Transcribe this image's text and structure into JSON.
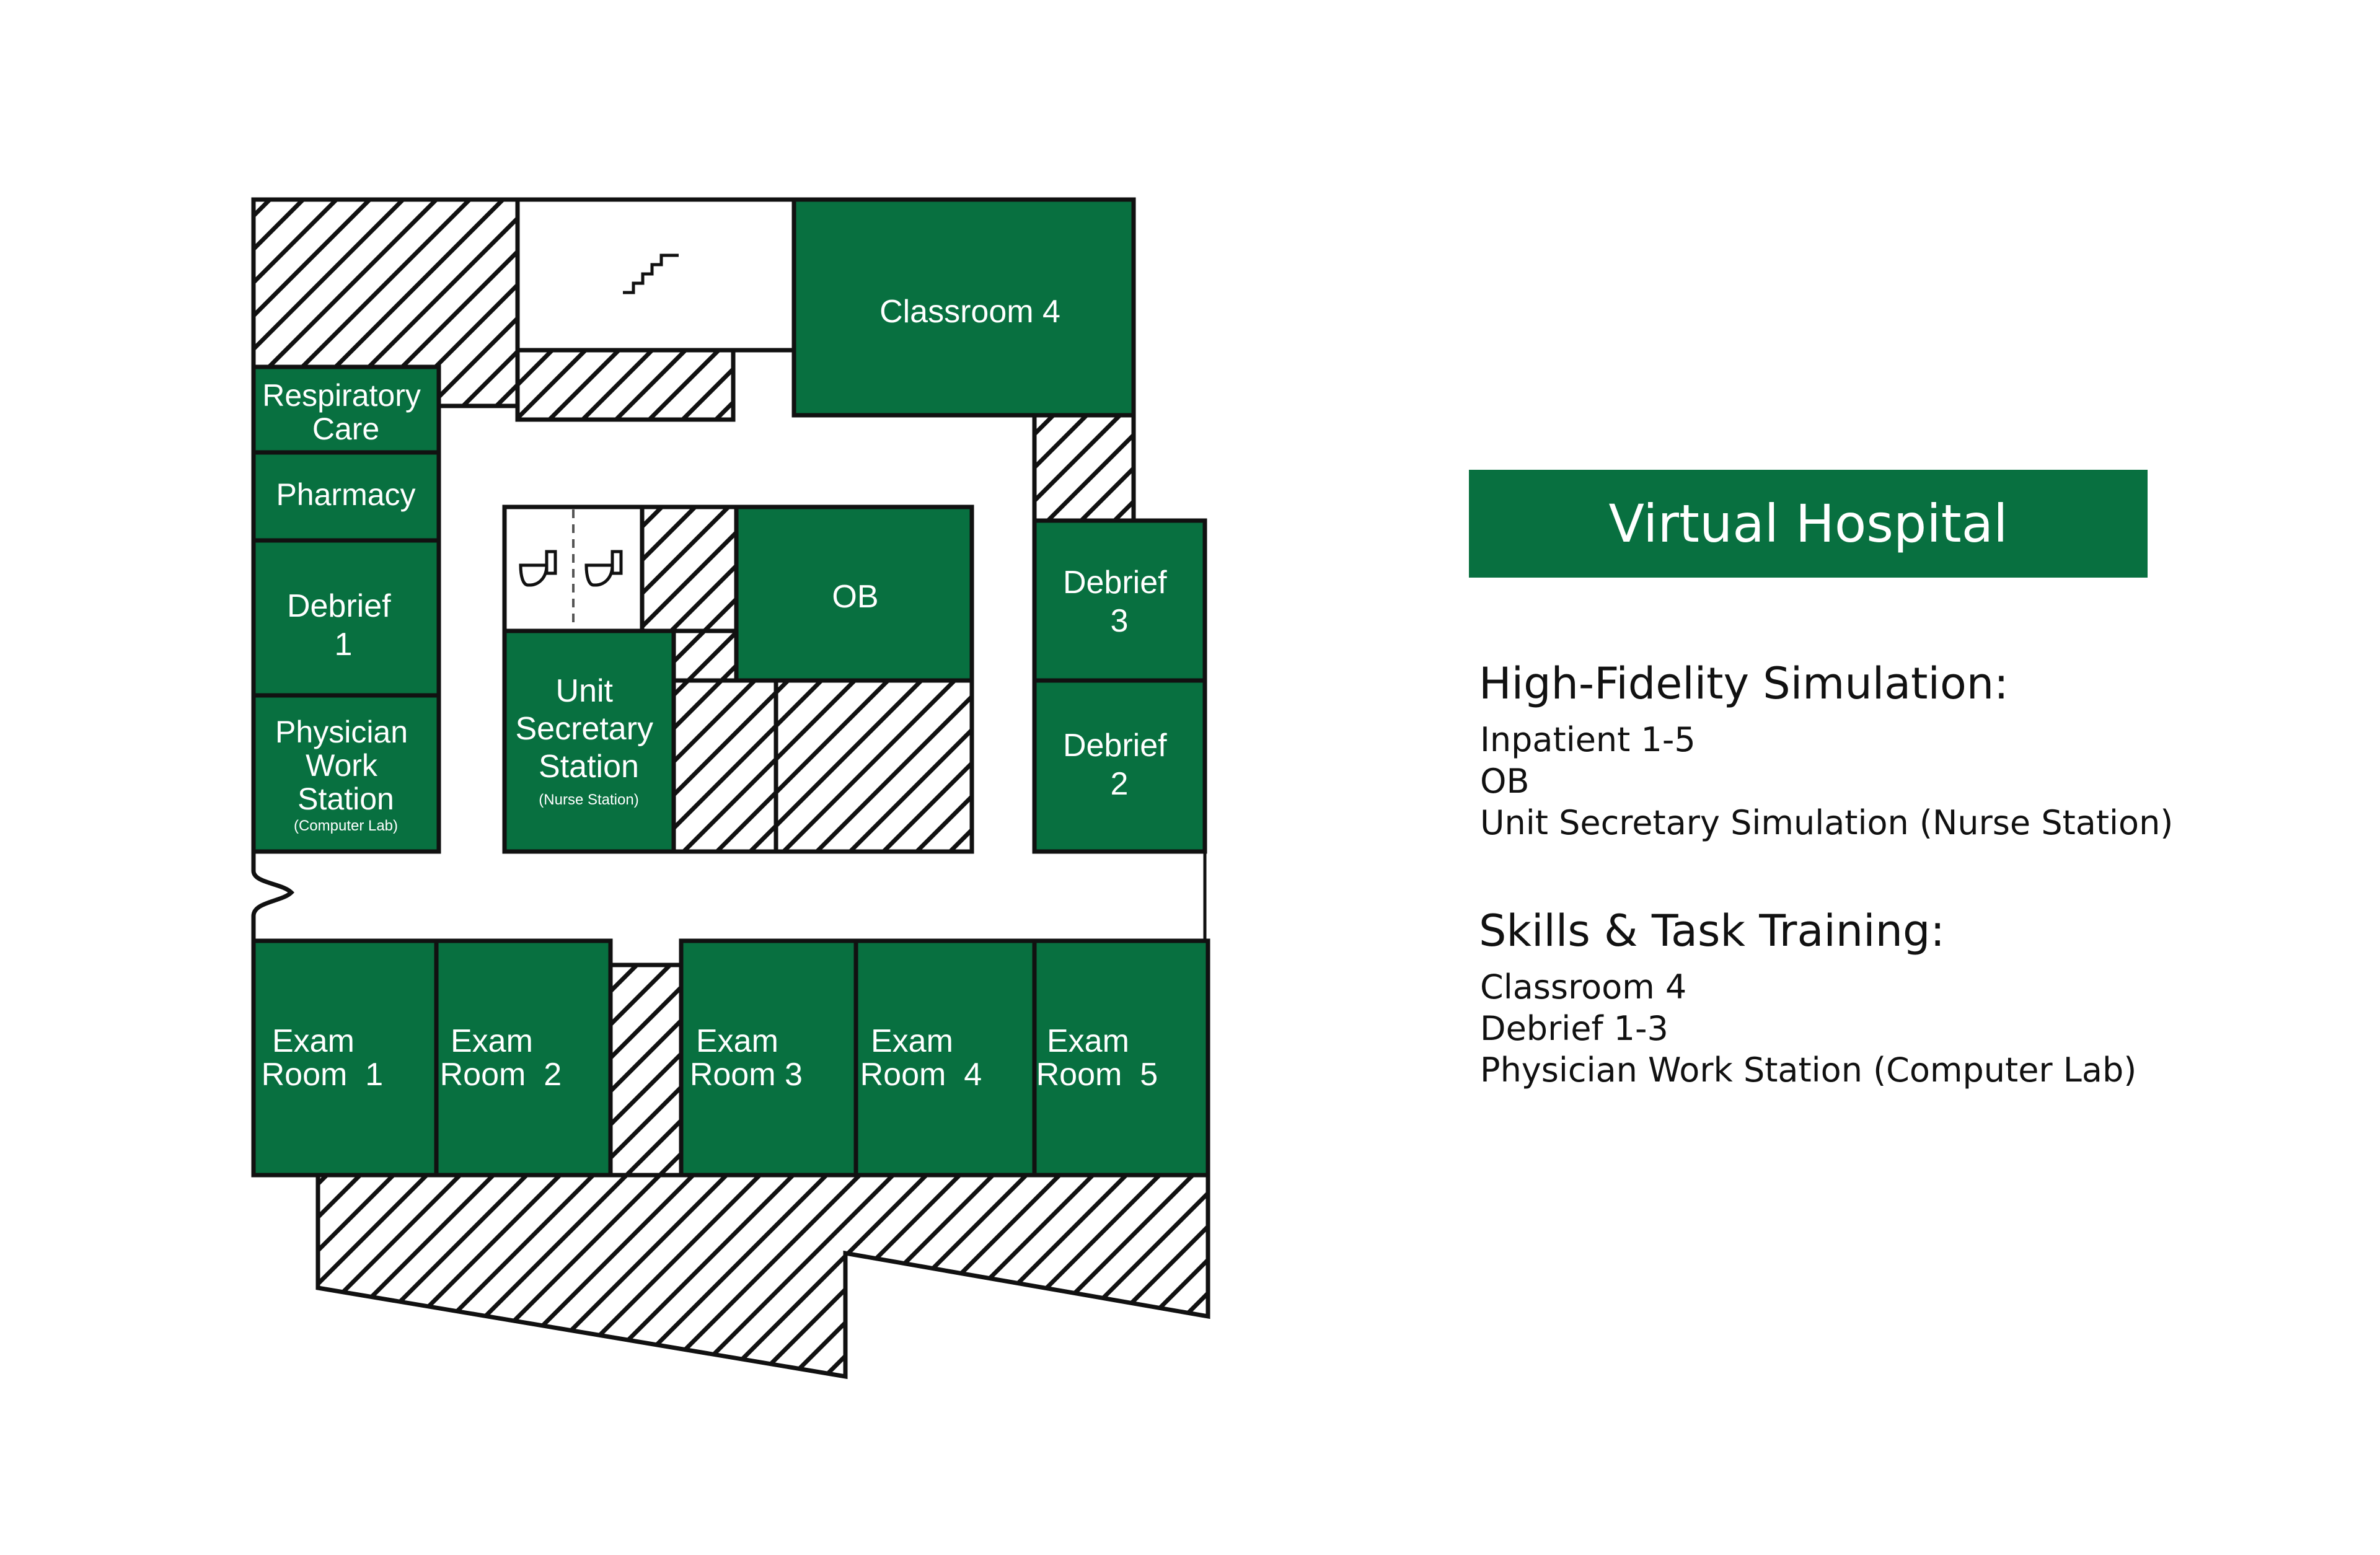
{
  "colors": {
    "room_fill": "#087040",
    "wall": "#111111",
    "background": "#ffffff"
  },
  "rooms": {
    "classroom4": "Classroom 4",
    "respiratory": [
      "Respiratory",
      "Care"
    ],
    "pharmacy": "Pharmacy",
    "debrief1": [
      "Debrief",
      "1"
    ],
    "physician": [
      "Physician",
      "Work",
      "Station"
    ],
    "physician_sub": "(Computer Lab)",
    "unit_secretary": [
      "Unit",
      "Secretary",
      "Station"
    ],
    "unit_secretary_sub": "(Nurse Station)",
    "ob": "OB",
    "debrief3": [
      "Debrief",
      "3"
    ],
    "debrief2": [
      "Debrief",
      "2"
    ],
    "exam1": [
      "Exam",
      "Room  1"
    ],
    "exam2": [
      "Exam",
      "Room  2"
    ],
    "exam3": [
      "Exam",
      "Room 3"
    ],
    "exam4": [
      "Exam",
      "Room  4"
    ],
    "exam5": [
      "Exam",
      "Room  5"
    ]
  },
  "icons": {
    "stairs": "stairs-icon",
    "toilet_left": "toilet-icon",
    "toilet_right": "toilet-icon"
  },
  "legend": {
    "title": "Virtual Hospital",
    "high_fidelity": {
      "title": "High-Fidelity Simulation:",
      "items": [
        "Inpatient 1-5",
        "OB",
        "Unit Secretary Simulation (Nurse Station)"
      ]
    },
    "skills": {
      "title": "Skills & Task Training:",
      "items": [
        "Classroom 4",
        "Debrief 1-3",
        "Physician Work Station (Computer Lab)"
      ]
    }
  }
}
